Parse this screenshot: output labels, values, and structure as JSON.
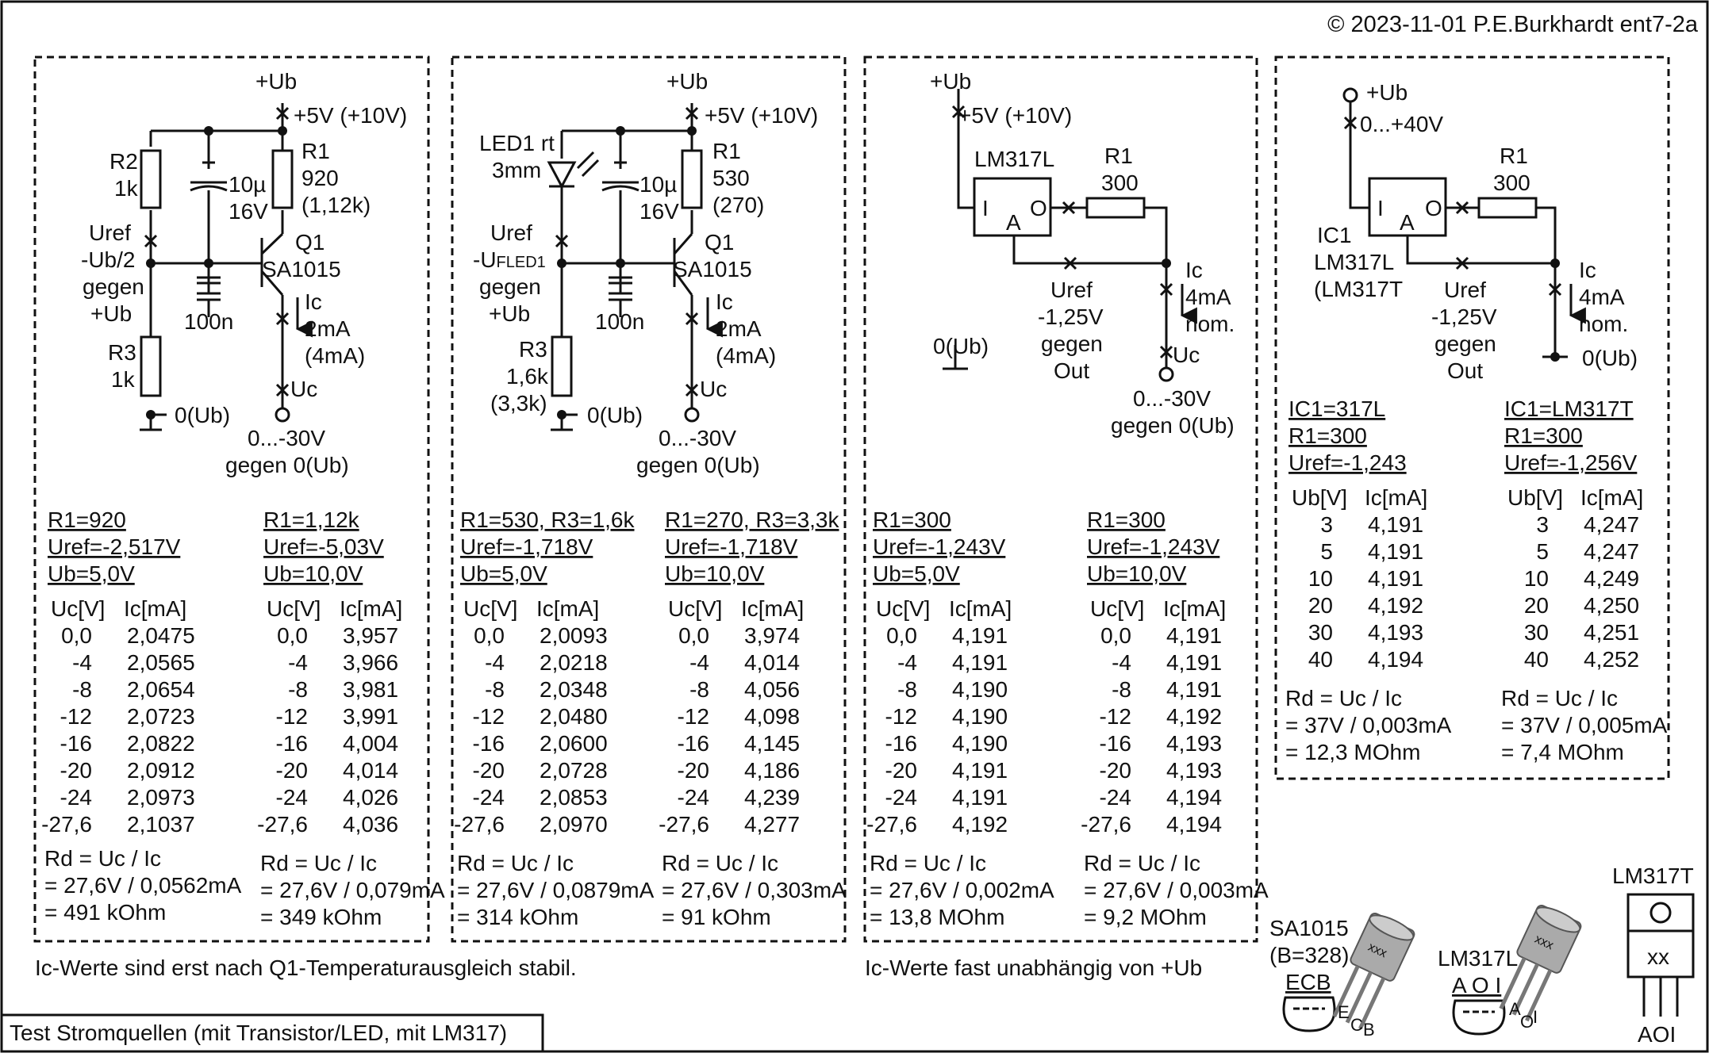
{
  "copyright": "© 2023-11-01 P.E.Burkhardt ent7-2a",
  "footer_title": "Test Stromquellen (mit Transistor/LED, mit LM317)",
  "note_left": "Ic-Werte sind erst nach Q1-Temperaturausgleich stabil.",
  "note_mid": "Ic-Werte fast unabhängig von +Ub",
  "panel1": {
    "ub": "+Ub",
    "supply": "+5V (+10V)",
    "r2": [
      "R2",
      "1k"
    ],
    "cap10": [
      "10µ",
      "16V"
    ],
    "r1": [
      "R1",
      "920",
      "(1,12k)"
    ],
    "q1": [
      "Q1",
      "SA1015"
    ],
    "uref": [
      "Uref",
      "-Ub/2",
      "gegen",
      "+Ub"
    ],
    "cap100": "100n",
    "ic": [
      "Ic",
      "2mA",
      "(4mA)"
    ],
    "r3": [
      "R3",
      "1k"
    ],
    "gnd": "0(Ub)",
    "uc": "Uc",
    "out": [
      "0...-30V",
      "gegen 0(Ub)"
    ]
  },
  "panel2": {
    "ub": "+Ub",
    "supply": "+5V (+10V)",
    "led": [
      "LED1 rt",
      "3mm"
    ],
    "cap10": [
      "10µ",
      "16V"
    ],
    "r1": [
      "R1",
      "530",
      "(270)"
    ],
    "q1": [
      "Q1",
      "SA1015"
    ],
    "uref": [
      "Uref",
      "-U",
      "FLED1",
      "gegen",
      "+Ub"
    ],
    "cap100": "100n",
    "ic": [
      "Ic",
      "2mA",
      "(4mA)"
    ],
    "r3": [
      "R3",
      "1,6k",
      "(3,3k)"
    ],
    "gnd": "0(Ub)",
    "uc": "Uc",
    "out": [
      "0...-30V",
      "gegen 0(Ub)"
    ]
  },
  "panel3": {
    "ub": "+Ub",
    "supply": "+5V (+10V)",
    "ic_name": "LM317L",
    "pins": [
      "I",
      "A",
      "O"
    ],
    "r1": [
      "R1",
      "300"
    ],
    "gnd": "0(Ub)",
    "uref": [
      "Uref",
      "-1,25V",
      "gegen",
      "Out"
    ],
    "ic": [
      "Ic",
      "4mA",
      "nom."
    ],
    "uc": "Uc",
    "out": [
      "0...-30V",
      "gegen 0(Ub)"
    ]
  },
  "panel4": {
    "ub": "+Ub",
    "supply": "0...+40V",
    "pins": [
      "I",
      "A",
      "O"
    ],
    "r1": [
      "R1",
      "300"
    ],
    "ic_name": [
      "IC1",
      "LM317L",
      "(LM317T"
    ],
    "uref": [
      "Uref",
      "-1,25V",
      "gegen",
      "Out"
    ],
    "ic": [
      "Ic",
      "4mA",
      "nom."
    ],
    "gnd": "0(Ub)"
  },
  "tables": [
    {
      "hdr": [
        "R1=920",
        "Uref=-2,517V",
        "Ub=5,0V"
      ],
      "cols": [
        "Uc[V]",
        "Ic[mA]"
      ],
      "rows": [
        [
          "0,0",
          "2,0475"
        ],
        [
          "-4",
          "2,0565"
        ],
        [
          "-8",
          "2,0654"
        ],
        [
          "-12",
          "2,0723"
        ],
        [
          "-16",
          "2,0822"
        ],
        [
          "-20",
          "2,0912"
        ],
        [
          "-24",
          "2,0973"
        ],
        [
          "-27,6",
          "2,1037"
        ]
      ],
      "rd": [
        "Rd = Uc / Ic",
        "= 27,6V / 0,0562mA",
        "= 491 kOhm"
      ]
    },
    {
      "hdr": [
        "R1=1,12k",
        "Uref=-5,03V",
        "Ub=10,0V"
      ],
      "cols": [
        "Uc[V]",
        "Ic[mA]"
      ],
      "rows": [
        [
          "0,0",
          "3,957"
        ],
        [
          "-4",
          "3,966"
        ],
        [
          "-8",
          "3,981"
        ],
        [
          "-12",
          "3,991"
        ],
        [
          "-16",
          "4,004"
        ],
        [
          "-20",
          "4,014"
        ],
        [
          "-24",
          "4,026"
        ],
        [
          "-27,6",
          "4,036"
        ]
      ],
      "rd": [
        "Rd = Uc / Ic",
        "= 27,6V / 0,079mA",
        "= 349 kOhm"
      ]
    },
    {
      "hdr": [
        "R1=530, R3=1,6k",
        "Uref=-1,718V",
        "Ub=5,0V"
      ],
      "cols": [
        "Uc[V]",
        "Ic[mA]"
      ],
      "rows": [
        [
          "0,0",
          "2,0093"
        ],
        [
          "-4",
          "2,0218"
        ],
        [
          "-8",
          "2,0348"
        ],
        [
          "-12",
          "2,0480"
        ],
        [
          "-16",
          "2,0600"
        ],
        [
          "-20",
          "2,0728"
        ],
        [
          "-24",
          "2,0853"
        ],
        [
          "-27,6",
          "2,0970"
        ]
      ],
      "rd": [
        "Rd = Uc / Ic",
        "= 27,6V / 0,0879mA",
        "= 314 kOhm"
      ]
    },
    {
      "hdr": [
        "R1=270, R3=3,3k",
        "Uref=-1,718V",
        "Ub=10,0V"
      ],
      "cols": [
        "Uc[V]",
        "Ic[mA]"
      ],
      "rows": [
        [
          "0,0",
          "3,974"
        ],
        [
          "-4",
          "4,014"
        ],
        [
          "-8",
          "4,056"
        ],
        [
          "-12",
          "4,098"
        ],
        [
          "-16",
          "4,145"
        ],
        [
          "-20",
          "4,186"
        ],
        [
          "-24",
          "4,239"
        ],
        [
          "-27,6",
          "4,277"
        ]
      ],
      "rd": [
        "Rd = Uc / Ic",
        "= 27,6V / 0,303mA",
        "= 91 kOhm"
      ]
    },
    {
      "hdr": [
        "R1=300",
        "Uref=-1,243V",
        "Ub=5,0V"
      ],
      "cols": [
        "Uc[V]",
        "Ic[mA]"
      ],
      "rows": [
        [
          "0,0",
          "4,191"
        ],
        [
          "-4",
          "4,191"
        ],
        [
          "-8",
          "4,190"
        ],
        [
          "-12",
          "4,190"
        ],
        [
          "-16",
          "4,190"
        ],
        [
          "-20",
          "4,191"
        ],
        [
          "-24",
          "4,191"
        ],
        [
          "-27,6",
          "4,192"
        ]
      ],
      "rd": [
        "Rd = Uc / Ic",
        "= 27,6V / 0,002mA",
        "= 13,8 MOhm"
      ]
    },
    {
      "hdr": [
        "R1=300",
        "Uref=-1,243V",
        "Ub=10,0V"
      ],
      "cols": [
        "Uc[V]",
        "Ic[mA]"
      ],
      "rows": [
        [
          "0,0",
          "4,191"
        ],
        [
          "-4",
          "4,191"
        ],
        [
          "-8",
          "4,191"
        ],
        [
          "-12",
          "4,192"
        ],
        [
          "-16",
          "4,193"
        ],
        [
          "-20",
          "4,193"
        ],
        [
          "-24",
          "4,194"
        ],
        [
          "-27,6",
          "4,194"
        ]
      ],
      "rd": [
        "Rd = Uc / Ic",
        "= 27,6V / 0,003mA",
        "= 9,2 MOhm"
      ]
    },
    {
      "hdr": [
        "IC1=317L",
        "R1=300",
        "Uref=-1,243"
      ],
      "cols": [
        "Ub[V]",
        "Ic[mA]"
      ],
      "rows": [
        [
          "3",
          "4,191"
        ],
        [
          "5",
          "4,191"
        ],
        [
          "10",
          "4,191"
        ],
        [
          "20",
          "4,192"
        ],
        [
          "30",
          "4,193"
        ],
        [
          "40",
          "4,194"
        ]
      ],
      "rd": [
        "Rd = Uc / Ic",
        "= 37V / 0,003mA",
        "= 12,3 MOhm"
      ]
    },
    {
      "hdr": [
        "IC1=LM317T",
        "R1=300",
        "Uref=-1,256V"
      ],
      "cols": [
        "Ub[V]",
        "Ic[mA]"
      ],
      "rows": [
        [
          "3",
          "4,247"
        ],
        [
          "5",
          "4,247"
        ],
        [
          "10",
          "4,249"
        ],
        [
          "20",
          "4,250"
        ],
        [
          "30",
          "4,251"
        ],
        [
          "40",
          "4,252"
        ]
      ],
      "rd": [
        "Rd = Uc / Ic",
        "= 37V / 0,005mA",
        "= 7,4 MOhm"
      ]
    }
  ],
  "pinouts": {
    "sa1015": [
      "SA1015",
      "(B=328)",
      "ECB"
    ],
    "sa1015_legs": [
      "E",
      "C",
      "B"
    ],
    "lm317l": [
      "LM317L",
      "A O I"
    ],
    "lm317l_legs": [
      "A",
      "O",
      "I"
    ],
    "lm317t": [
      "LM317T",
      "xx",
      "AOI"
    ],
    "marking": "xxx"
  }
}
